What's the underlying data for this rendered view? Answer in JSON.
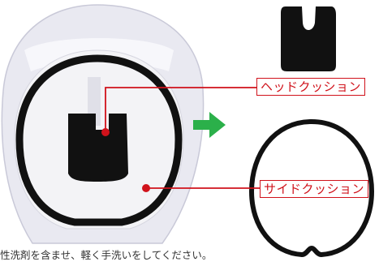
{
  "labels": {
    "head_cushion": "ヘッドクッション",
    "side_cushion": "サイドクッション"
  },
  "caption": "性洗剤を含ませ、軽く手洗いをしてください。",
  "colors": {
    "callout": "#d0121b",
    "arrow": "#2bb04a",
    "cushion": "#111111",
    "shell": "#e9e9f1"
  },
  "icons": [
    "right-arrow-icon"
  ]
}
